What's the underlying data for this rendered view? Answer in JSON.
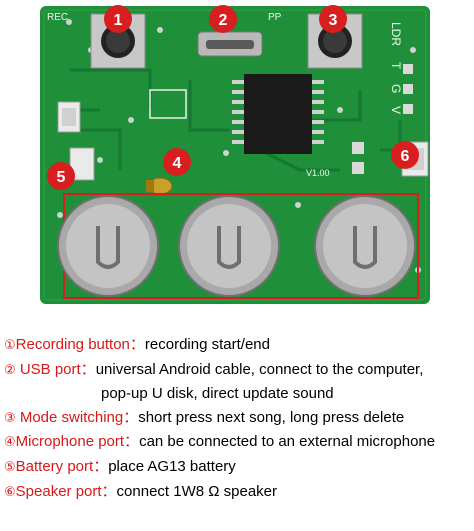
{
  "board": {
    "silkscreen": {
      "rec": "REC",
      "pp": "PP",
      "ldr": "LDR",
      "pins": [
        "T",
        "G",
        "V"
      ],
      "version": "V1.00"
    },
    "markers": [
      "1",
      "2",
      "3",
      "4",
      "5",
      "6"
    ],
    "colors": {
      "pcb": "#1f8f3a",
      "pcb_dark": "#167530",
      "marker": "#d81e1e",
      "outline": "#d81e1e"
    }
  },
  "legend": [
    {
      "num": "①",
      "label": "Recording button：",
      "desc": "recording start/end"
    },
    {
      "num": "②",
      "label": " USB port：",
      "desc": "universal Android cable, connect to the computer,"
    },
    {
      "num": "",
      "label": "",
      "desc": "pop-up U disk, direct update sound",
      "continuation": true
    },
    {
      "num": "③",
      "label": " Mode switching：",
      "desc": "short press next song, long press delete"
    },
    {
      "num": "④",
      "label": "Microphone port：",
      "desc": "can be connected to an external microphone"
    },
    {
      "num": "⑤",
      "label": "Battery port：",
      "desc": "place AG13 battery"
    },
    {
      "num": "⑥",
      "label": "Speaker port：",
      "desc": "connect 1W8 Ω speaker"
    }
  ]
}
